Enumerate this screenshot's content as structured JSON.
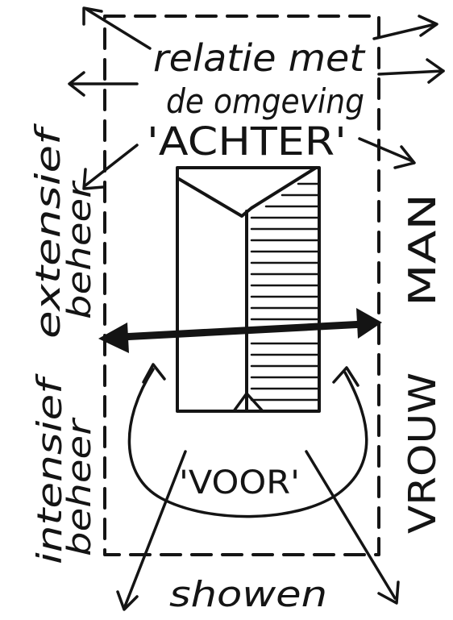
{
  "labels": {
    "relation_line1": "relatie met",
    "relation_line2": "de omgeving",
    "back": "'ACHTER'",
    "extensive_line1": "extensief",
    "extensive_line2": "beheer",
    "man": "MAN",
    "intensive_line1": "intensief",
    "intensive_line2": "beheer",
    "front": "'VOOR'",
    "woman": "VROUW",
    "showing": "showen"
  },
  "colors": {
    "ink": "#141414",
    "paper": "#ffffff"
  }
}
